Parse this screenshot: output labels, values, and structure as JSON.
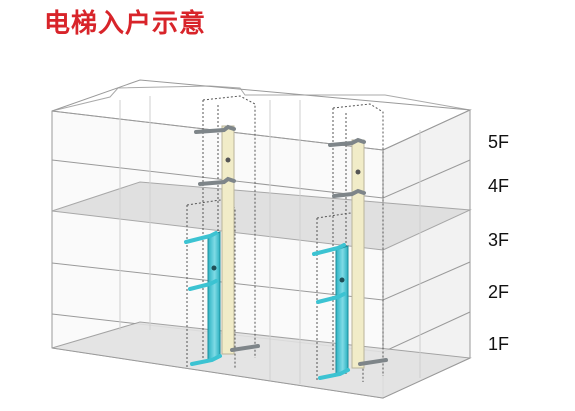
{
  "title": "电梯入户示意",
  "floors": [
    {
      "label": "5F",
      "top": true,
      "tone": "beige"
    },
    {
      "label": "4F",
      "top": false,
      "tone": "beige"
    },
    {
      "label": "3F",
      "top": false,
      "tone": "cyan"
    },
    {
      "label": "2F",
      "top": false,
      "tone": "cyan"
    },
    {
      "label": "1F",
      "top": false,
      "tone": "cyan"
    }
  ],
  "colors": {
    "title": "#d8242a",
    "beige": "#f1ecc8",
    "cyan": "#3cc3d2",
    "slab": "#dcdcdc",
    "line": "#8c8c8c",
    "handle": "#7e8589"
  }
}
